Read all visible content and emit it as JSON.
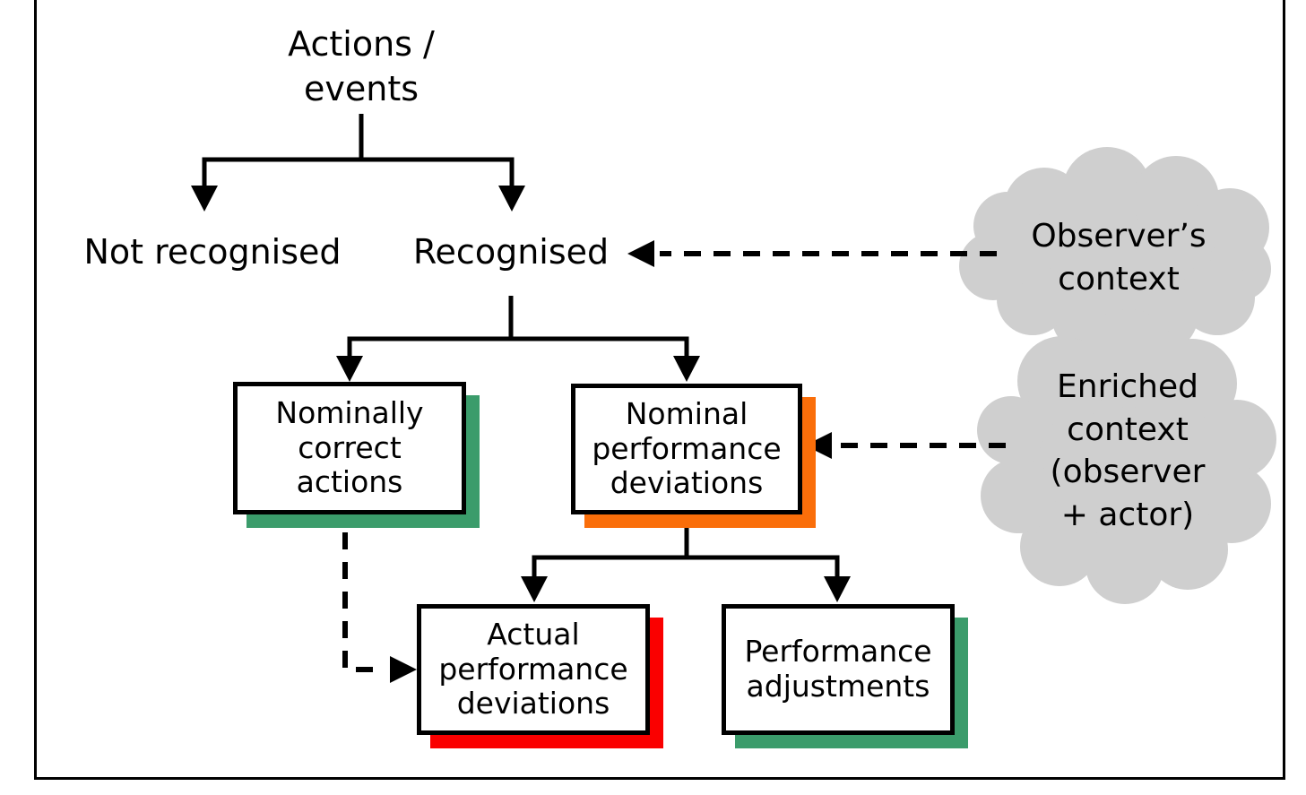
{
  "colors": {
    "line": "#000000",
    "text": "#000000",
    "background": "#ffffff",
    "box_fill": "#ffffff",
    "cloud_fill": "#cfcfcf",
    "green_shadow": "#3b9c6b",
    "orange_shadow": "#fa6e0a",
    "red_shadow": "#fa0000"
  },
  "tree": {
    "root": {
      "label": "Actions /\nevents"
    },
    "level1": [
      {
        "label": "Not recognised"
      },
      {
        "label": "Recognised"
      }
    ],
    "level2": [
      {
        "label": "Nominally\ncorrect\nactions",
        "shadow": "green"
      },
      {
        "label": "Nominal\nperformance\ndeviations",
        "shadow": "orange"
      }
    ],
    "level3": [
      {
        "label": "Actual\nperformance\ndeviations",
        "shadow": "red"
      },
      {
        "label": "Performance\nadjustments",
        "shadow": "green"
      }
    ]
  },
  "clouds": [
    {
      "label": "Observer’s\ncontext"
    },
    {
      "label": "Enriched\ncontext\n(observer\n+ actor)"
    }
  ],
  "edges": [
    {
      "from": "Actions / events",
      "to": "Not recognised",
      "style": "solid-arrow"
    },
    {
      "from": "Actions / events",
      "to": "Recognised",
      "style": "solid-arrow"
    },
    {
      "from": "Recognised",
      "to": "Nominally correct actions",
      "style": "solid-arrow"
    },
    {
      "from": "Recognised",
      "to": "Nominal performance deviations",
      "style": "solid-arrow"
    },
    {
      "from": "Nominal performance deviations",
      "to": "Actual performance deviations",
      "style": "solid-arrow"
    },
    {
      "from": "Nominal performance deviations",
      "to": "Performance adjustments",
      "style": "solid-arrow"
    },
    {
      "from": "Observer’s context",
      "to": "Recognised",
      "style": "dashed-arrow"
    },
    {
      "from": "Enriched context (observer + actor)",
      "to": "Nominal performance deviations",
      "style": "dashed-arrow"
    },
    {
      "from": "Nominally correct actions",
      "to": "Actual performance deviations",
      "style": "dashed-arrow"
    }
  ]
}
